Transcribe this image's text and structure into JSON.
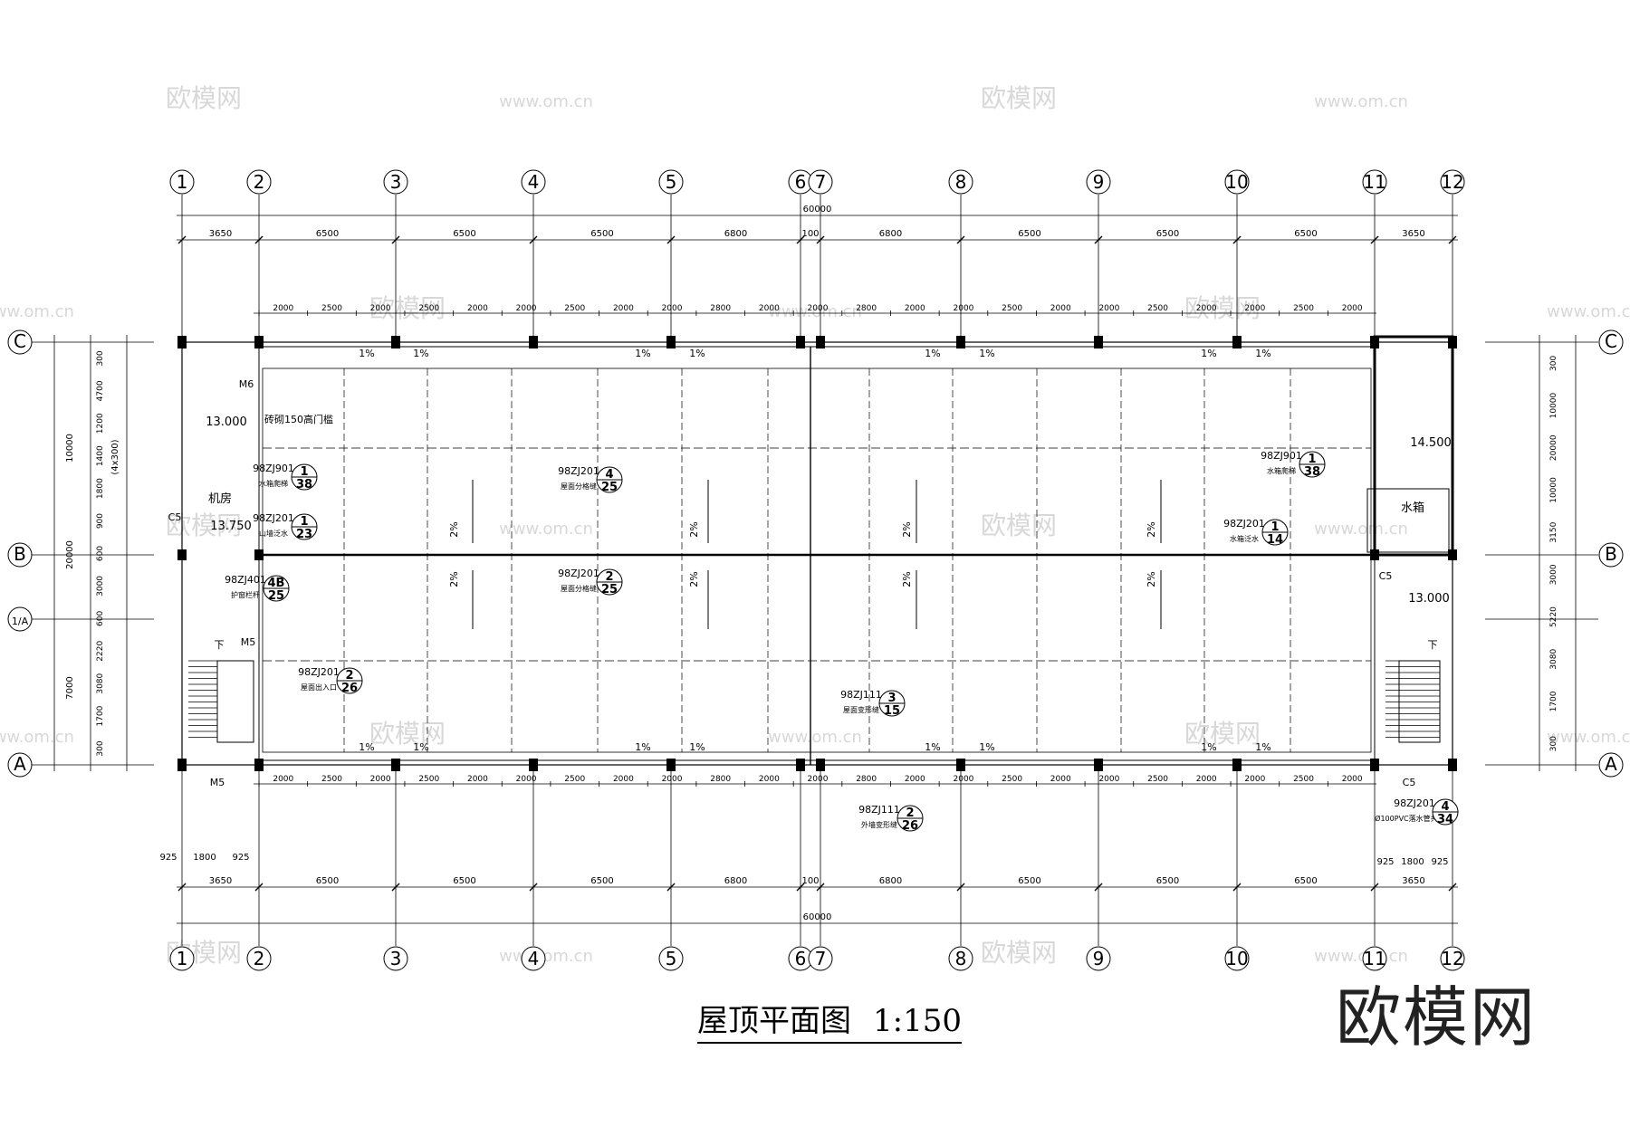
{
  "title": "屋顶平面图",
  "scale": "1:150",
  "brand_watermark": "欧模网",
  "watermark_text": [
    "欧模网",
    "www.om.cn"
  ],
  "column_grid": {
    "labels": [
      "1",
      "2",
      "3",
      "4",
      "5",
      "6",
      "7",
      "8",
      "9",
      "10",
      "11",
      "12"
    ],
    "spans_top": [
      "3650",
      "6500",
      "6500",
      "6500",
      "6800",
      "100",
      "6800",
      "6500",
      "6500",
      "6500",
      "3650"
    ],
    "overall": "60000"
  },
  "row_grid": {
    "labels": [
      "C",
      "B",
      "1/A",
      "A"
    ],
    "left_dims_outer": [
      "300",
      "4700",
      "1200",
      "1400",
      "1800",
      "900",
      "600",
      "3000",
      "600",
      "2220",
      "3080",
      "1700",
      "300"
    ],
    "left_dims_inner": [
      "10000",
      "20000",
      "7000"
    ],
    "right_dims": [
      "300",
      "10000",
      "20000",
      "10000",
      "3150",
      "3000",
      "5220",
      "3080",
      "1700",
      "300"
    ]
  },
  "parapet_dims": [
    "2000",
    "2500",
    "2000",
    "2500",
    "2000",
    "2000",
    "2500",
    "2000",
    "2000",
    "2800",
    "2000",
    "2000",
    "2800",
    "2000",
    "2000",
    "2500",
    "2000",
    "2000",
    "2500",
    "2000",
    "2000",
    "2500",
    "2000"
  ],
  "bottom_extra_dims": [
    "925",
    "1800",
    "925"
  ],
  "slope_labels": [
    "1%",
    "2%"
  ],
  "rooms": {
    "machine_room": "机房",
    "water_tank": "水箱"
  },
  "elevations": [
    "13.000",
    "13.750",
    "14.500",
    "13.000"
  ],
  "doors_windows": [
    "M6",
    "M5",
    "C5",
    "M5",
    "C5",
    "C5"
  ],
  "stair_down": "下",
  "annotations": [
    {
      "ref": "98ZJ901",
      "num": "1",
      "page": "38",
      "note": "水箱爬梯"
    },
    {
      "ref": "98ZJ201",
      "num": "1",
      "page": "23",
      "note": "山墙泛水"
    },
    {
      "ref": "98ZJ401",
      "num": "4B",
      "page": "25",
      "note": "护窗栏杆"
    },
    {
      "ref": "98ZJ201",
      "num": "2",
      "page": "26",
      "note": "屋面出入口"
    },
    {
      "ref": "98ZJ201",
      "num": "4",
      "page": "25",
      "note": "屋面分格缝"
    },
    {
      "ref": "98ZJ201",
      "num": "2",
      "page": "25",
      "note": "屋面分格缝"
    },
    {
      "ref": "98ZJ111",
      "num": "3",
      "page": "15",
      "note": "屋面变形缝"
    },
    {
      "ref": "98ZJ111",
      "num": "2",
      "page": "26",
      "note": "外墙变形缝"
    },
    {
      "ref": "98ZJ901",
      "num": "1",
      "page": "38",
      "note": "水箱爬梯"
    },
    {
      "ref": "98ZJ201",
      "num": "1",
      "page": "14",
      "note": "水箱泛水"
    },
    {
      "ref": "98ZJ201",
      "num": "4",
      "page": "34",
      "note": "Ø100PVC落水管共12根"
    }
  ],
  "misc_notes": [
    "(4x300)",
    "砖砌150高门槛"
  ]
}
